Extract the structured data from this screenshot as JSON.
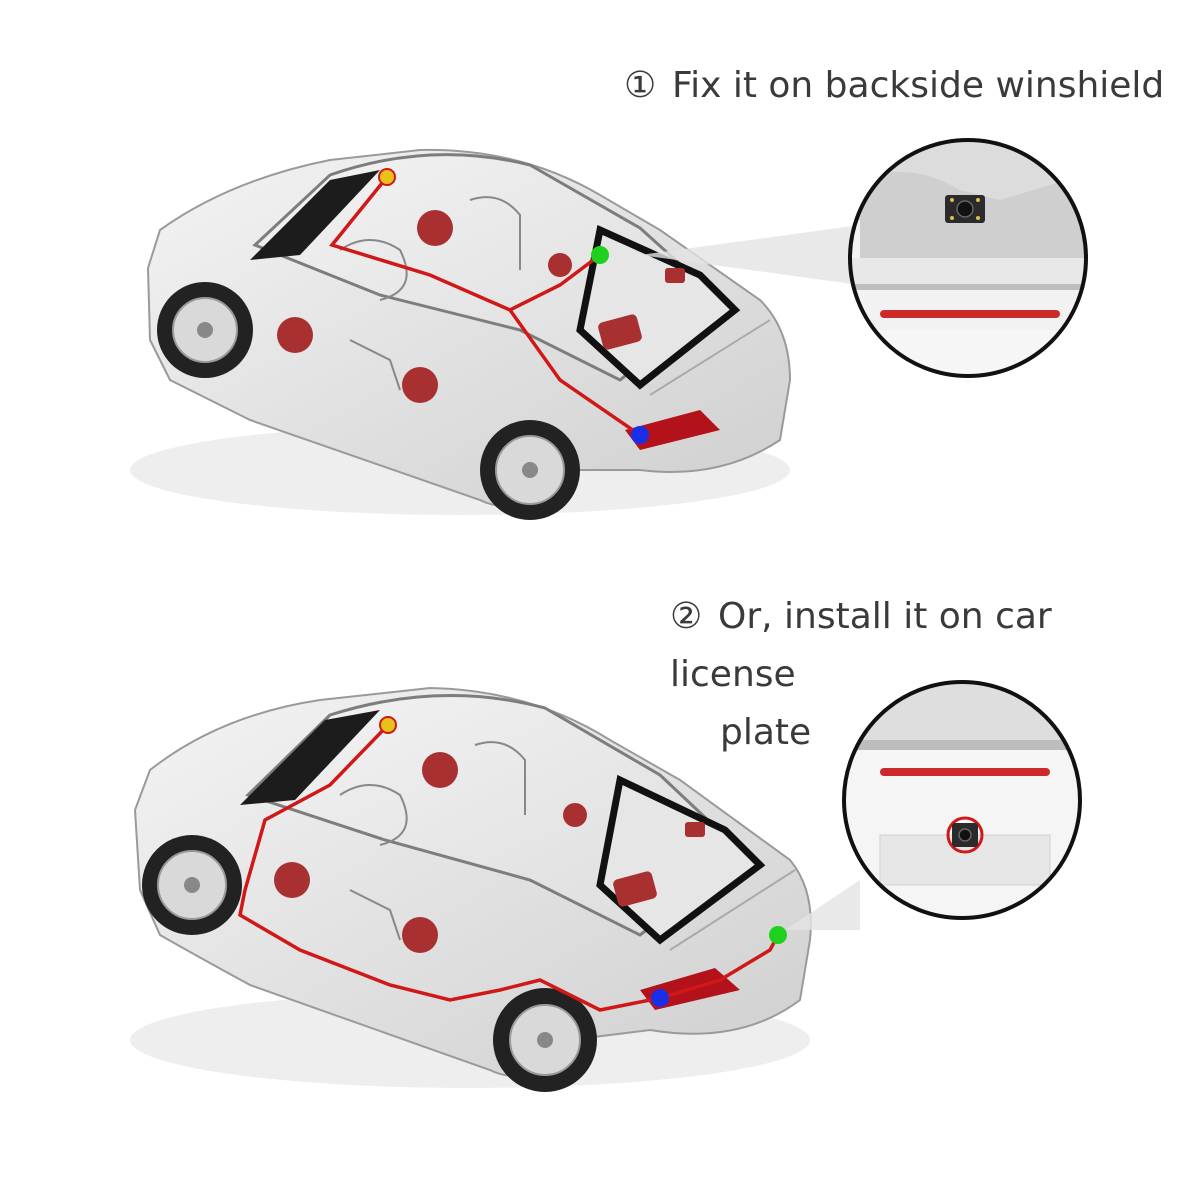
{
  "step1": {
    "number": "①",
    "text": "Fix it on backside winshield"
  },
  "step2": {
    "number": "②",
    "text_line1": "Or, install it on car license",
    "text_line2": "plate"
  },
  "colors": {
    "cable": "#d01818",
    "marker_dvr": "#e8c21a",
    "marker_camera": "#1fd11f",
    "marker_tail": "#1a2ee8",
    "car_body": "#e9e9e9",
    "car_outline": "#9a9a9a",
    "interior_parts": "#a83030"
  },
  "icons": [
    "camera-icon",
    "car-illustration",
    "magnifier-callout"
  ]
}
